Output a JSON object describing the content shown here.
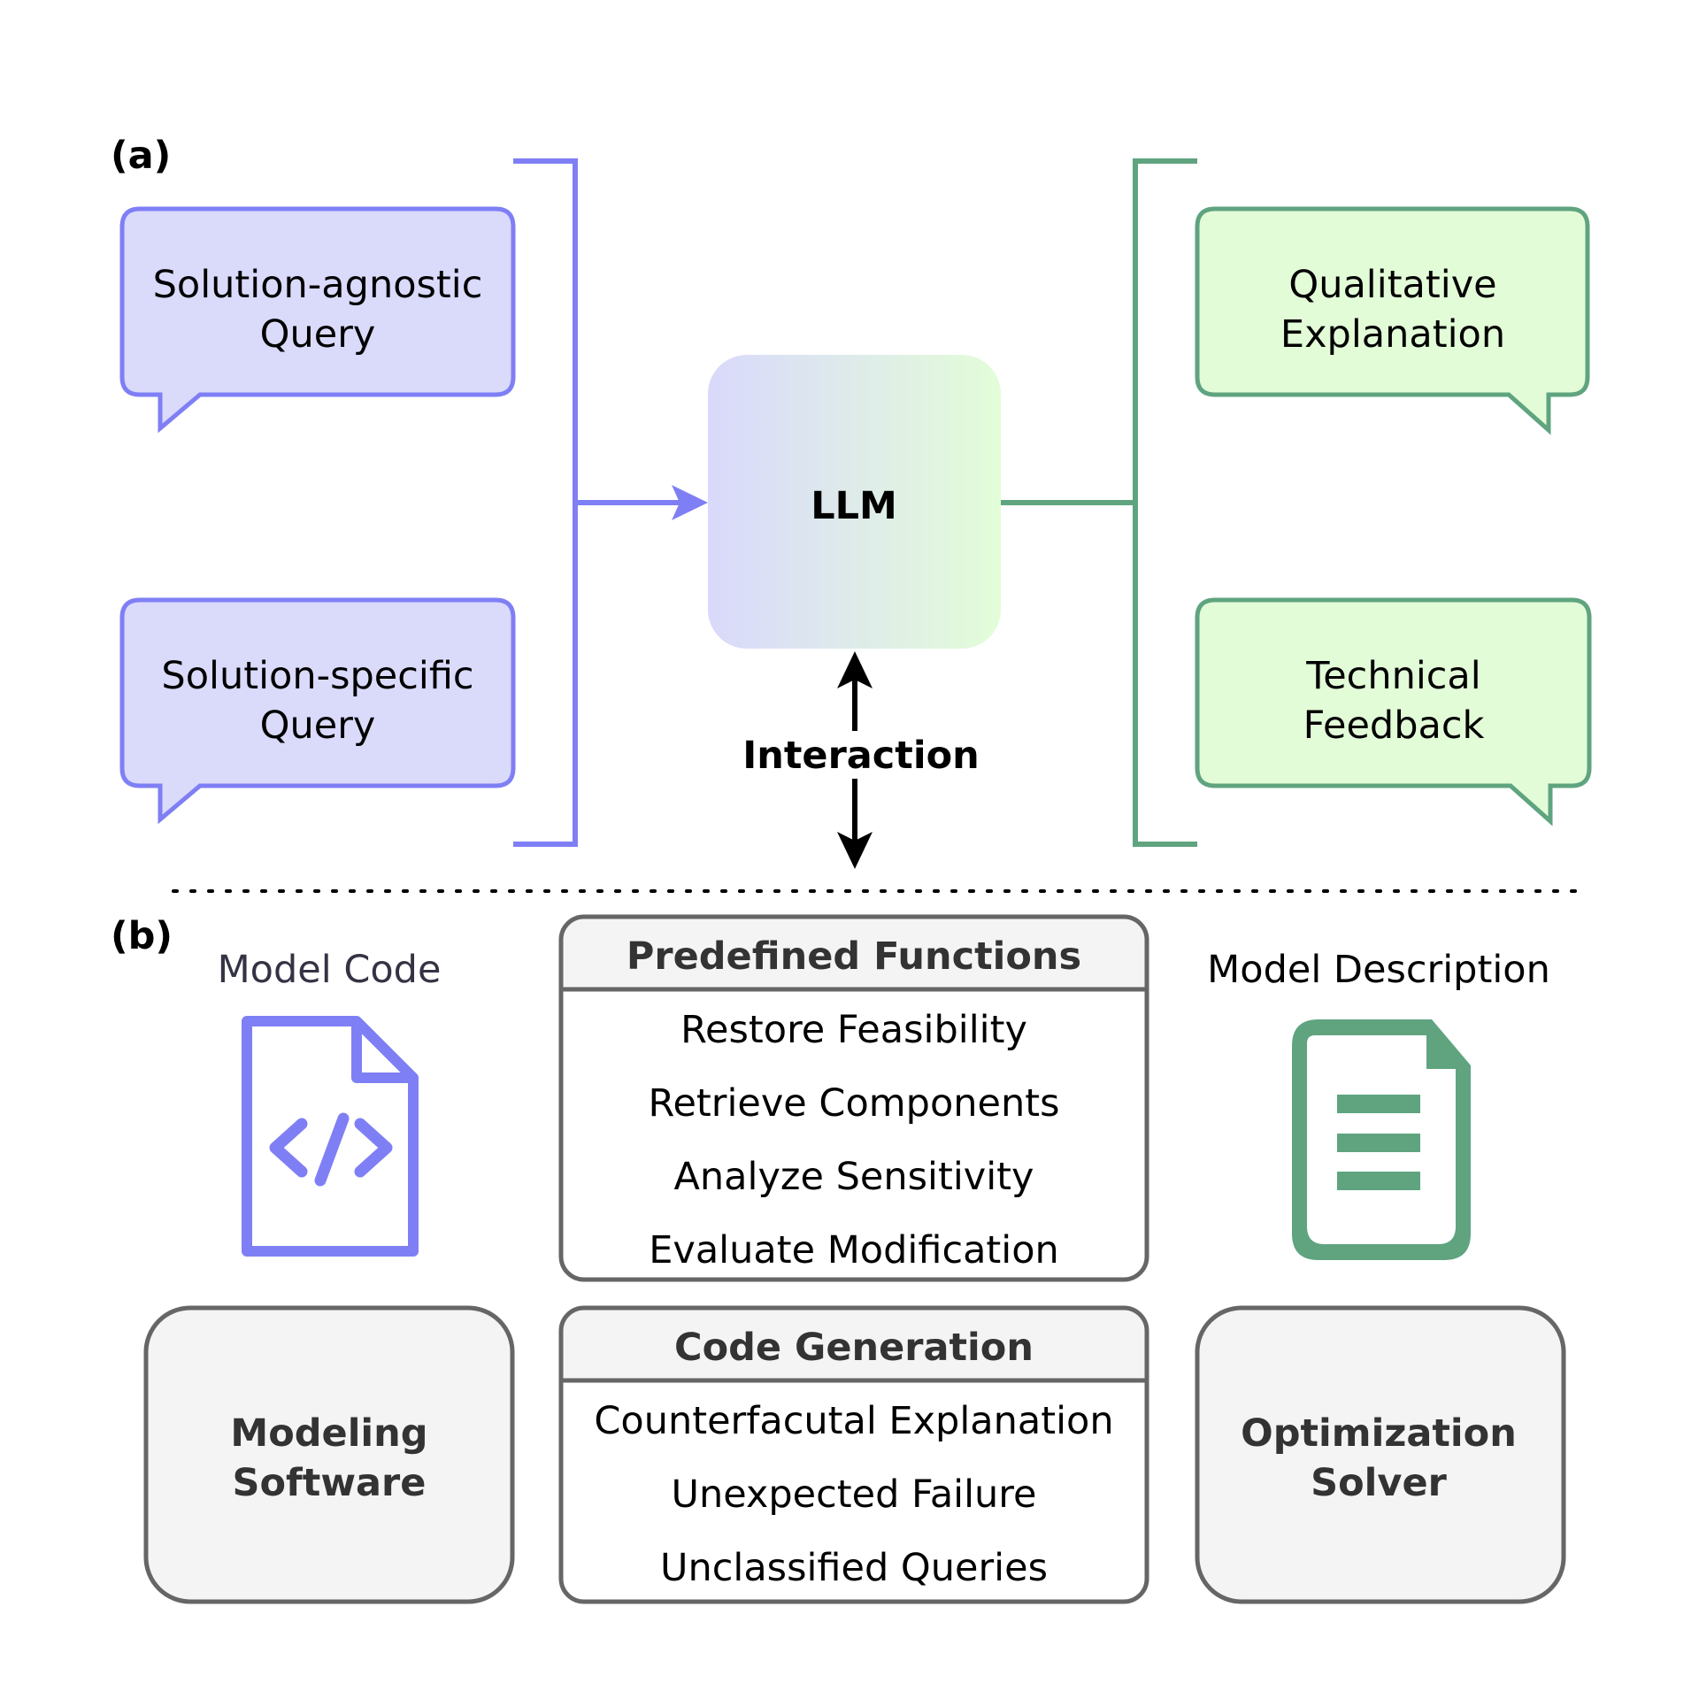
{
  "panel_a": {
    "label": "(a)",
    "queries": [
      {
        "line1": "Solution-agnostic",
        "line2": "Query"
      },
      {
        "line1": "Solution-specific",
        "line2": "Query"
      }
    ],
    "llm_label": "LLM",
    "interaction_label": "Interaction",
    "responses": [
      {
        "line1": "Qualitative",
        "line2": "Explanation"
      },
      {
        "line1": "Technical",
        "line2": "Feedback"
      }
    ]
  },
  "panel_b": {
    "label": "(b)",
    "model_code_label": "Model Code",
    "model_description_label": "Model Description",
    "predefined": {
      "title": "Predefined Functions",
      "items": [
        "Restore Feasibility",
        "Retrieve Components",
        "Analyze Sensitivity",
        "Evaluate Modification"
      ]
    },
    "codegen": {
      "title": "Code Generation",
      "items": [
        "Counterfacutal Explanation",
        "Unexpected Failure",
        "Unclassified Queries"
      ]
    },
    "modeling_software": {
      "line1": "Modeling",
      "line2": "Software"
    },
    "optimization_solver": {
      "line1": "Optimization",
      "line2": "Solver"
    }
  },
  "colors": {
    "query_fill": "#dadafb",
    "query_stroke": "#7f7ff5",
    "response_fill": "#e3fcd8",
    "response_stroke": "#5fa47f",
    "box_fill": "#f4f4f4",
    "box_stroke": "#666666"
  },
  "icons": {
    "model_code": "code-file-icon",
    "model_description": "document-icon"
  }
}
